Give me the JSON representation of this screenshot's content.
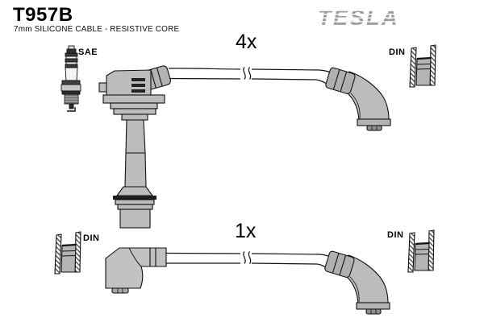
{
  "header": {
    "part_number": "T957B",
    "subtitle": "7mm SILICONE CABLE - RESISTIVE CORE",
    "brand_logo": "TESLA"
  },
  "diagram": {
    "spark_plug_label": "SAE",
    "top_row": {
      "quantity_label": "4x",
      "right_connector_label": "DIN"
    },
    "bottom_row": {
      "quantity_label": "1x",
      "left_connector_label": "DIN",
      "right_connector_label": "DIN"
    }
  },
  "colors": {
    "background": "#ffffff",
    "line": "#111111",
    "boot_gray": "#bcbcbc",
    "boot_gray_dark": "#b0b0b0",
    "logo_gray": "#9b9b9b",
    "din_inner_gray": "#b4b4b4"
  }
}
